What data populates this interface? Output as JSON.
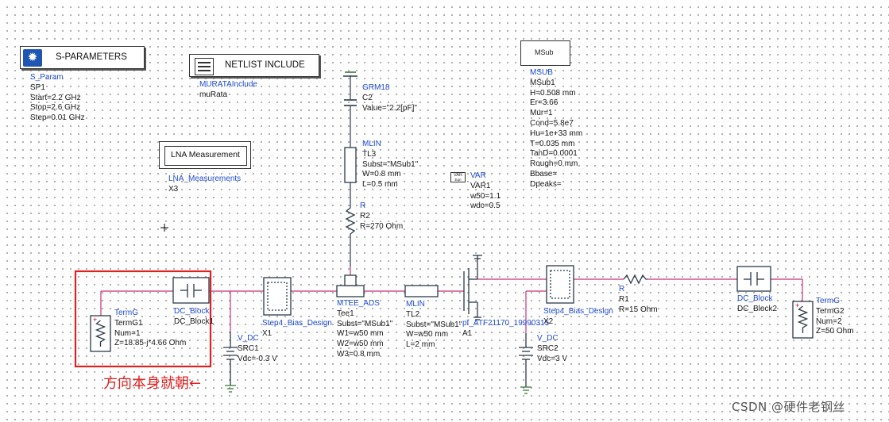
{
  "sparam": {
    "title": "S-PARAMETERS",
    "lines": [
      "S_Param",
      "SP1",
      "Start=2.2 GHz",
      "Stop=2.6 GHz",
      "Step=0.01 GHz"
    ]
  },
  "netlist": {
    "title": "NETLIST INCLUDE",
    "lines": [
      "MURATAInclude",
      "muRata"
    ]
  },
  "lna": {
    "title": "LNA Measurement",
    "lines": [
      "LNA_Measurements",
      "X3"
    ]
  },
  "msub_box": {
    "label": "MSub"
  },
  "msub": {
    "lines": [
      "MSUB",
      "MSub1",
      "H=0.508 mm",
      "Er=3.66",
      "Mur=1",
      "Cond=5.8e7",
      "Hu=1e+33 mm",
      "T=0.035 mm",
      "TanD=0.0001",
      "Rough=0 mm",
      "Bbase=",
      "Dpeaks="
    ]
  },
  "var_icon": {
    "label": "VAR",
    "sub": "Eqn"
  },
  "var": {
    "lines": [
      "VAR",
      "VAR1",
      "w50=1.1",
      "wdc=0.5"
    ]
  },
  "grm": {
    "lines": [
      "GRM18",
      "C2",
      "Value=\"2.2[pF]\""
    ]
  },
  "tl3": {
    "lines": [
      "MLIN",
      "TL3",
      "Subst=\"MSub1\"",
      "W=0.8 mm",
      "L=0.5 mm"
    ]
  },
  "r2": {
    "lines": [
      "R",
      "R2",
      "R=270 Ohm"
    ]
  },
  "term1": {
    "lines": [
      "TermG",
      "TermG1",
      "Num=1",
      "Z=18.85-j*4.66 Ohm"
    ]
  },
  "dcb1": {
    "lines": [
      "DC_Block",
      "DC_Block1"
    ]
  },
  "src1": {
    "lines": [
      "V_DC",
      "SRC1",
      "Vdc=-0.3 V"
    ]
  },
  "x1": {
    "lines": [
      "Step4_Bias_Design",
      "X1"
    ]
  },
  "tee1": {
    "lines": [
      "MTEE_ADS",
      "Tee1",
      "Subst=\"MSub1\"",
      "W1=w50 mm",
      "W2=w50 mm",
      "W3=0.8 mm"
    ]
  },
  "tl2": {
    "lines": [
      "MLIN",
      "TL2",
      "Subst=\"MSub1\"",
      "W=w50 mm",
      "L=2 mm"
    ]
  },
  "a1": {
    "lines": [
      "pf_ATF21170_19990315",
      "A1"
    ]
  },
  "src2": {
    "lines": [
      "V_DC",
      "SRC2",
      "Vdc=3 V"
    ]
  },
  "x2": {
    "lines": [
      "Step4_Bias_Design",
      "X2"
    ]
  },
  "r1": {
    "lines": [
      "R",
      "R1",
      "R=15 Ohm"
    ]
  },
  "dcb2": {
    "lines": [
      "DC_Block",
      "DC_Block2"
    ]
  },
  "term2": {
    "lines": [
      "TermG",
      "TermG2",
      "Num=2",
      "Z=50 Ohm"
    ]
  },
  "annotation": "方向本身就朝←",
  "watermark": "CSDN @硬件老钢丝",
  "colors": {
    "wire": "#c8327a",
    "component": "#2a3a4a",
    "label_blue": "#1f4bd6",
    "annotation_red": "#e02020",
    "ground": "#3a7a3a"
  }
}
